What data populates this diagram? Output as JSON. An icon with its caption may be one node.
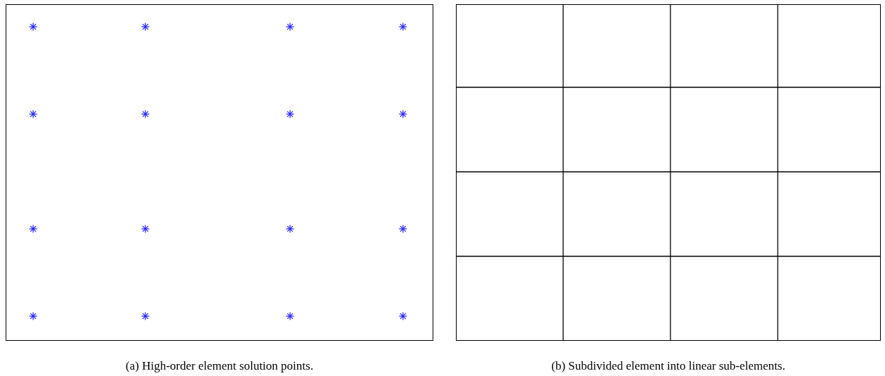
{
  "diagram": {
    "nodes": [
      {
        "text": [],
        "shape": "box",
        "beside": [
          "(a) High-order element solution points."
        ]
      },
      {
        "text": [],
        "shape": "box",
        "beside": [
          "(b) Subdivided element into linear sub-elements."
        ]
      }
    ]
  }
}
